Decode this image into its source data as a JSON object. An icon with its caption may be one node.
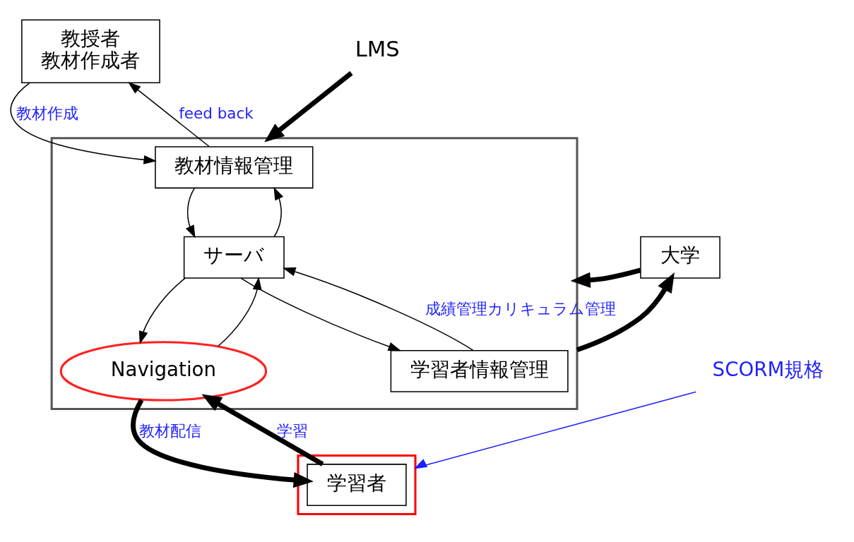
{
  "diagram": {
    "nodes": [
      {
        "text": [
          "教授者",
          "教材作成者"
        ]
      },
      {
        "text": [
          "LMS"
        ]
      },
      {
        "text": [],
        "shape": "box"
      },
      {
        "text": [],
        "shape": "box"
      },
      {
        "text": [
          "教材情報管理"
        ],
        "in": 2
      },
      {
        "text": [
          "サーバ"
        ],
        "in": 2
      },
      {
        "text": [
          "学習者情報管理"
        ],
        "in": 2
      },
      {
        "text": [
          "Navigation"
        ],
        "in": 2
      },
      {
        "text": [
          "学習者"
        ],
        "in": 3
      },
      {
        "text": [
          "大学"
        ]
      },
      {
        "text": [
          "SCORM規格"
        ]
      }
    ],
    "edges": [
      {
        "from": 0,
        "to": 4,
        "arrow": "to",
        "label": "教材作成"
      },
      {
        "from": 4,
        "to": 0,
        "arrow": "to",
        "label": "feed back"
      },
      {
        "from": 5,
        "to": 4,
        "arrow": "to"
      },
      {
        "from": 4,
        "to": 5,
        "arrow": "to"
      },
      {
        "from": 6,
        "to": 5,
        "arrow": "to"
      },
      {
        "from": 5,
        "to": 6,
        "arrow": "to"
      },
      {
        "from": 5,
        "to": 7,
        "arrow": "to"
      },
      {
        "from": 7,
        "to": 5,
        "arrow": "to"
      },
      {
        "from": 7,
        "to": 8,
        "arrow": "to",
        "label": "教材配信",
        "style": "thick"
      },
      {
        "from": 8,
        "to": 7,
        "arrow": "to",
        "label": "学習",
        "style": "thick"
      },
      {
        "from": 9,
        "to": 2,
        "arrow": "to",
        "label": "成績管理カリキュラム管理",
        "style": "thick"
      },
      {
        "from": 2,
        "to": 9,
        "arrow": "to",
        "style": "thick"
      },
      {
        "from": 1,
        "to": 2,
        "arrow": "to",
        "style": "thick"
      },
      {
        "from": 10,
        "to": 3,
        "arrow": "to",
        "color": "#1f1fff"
      }
    ]
  }
}
